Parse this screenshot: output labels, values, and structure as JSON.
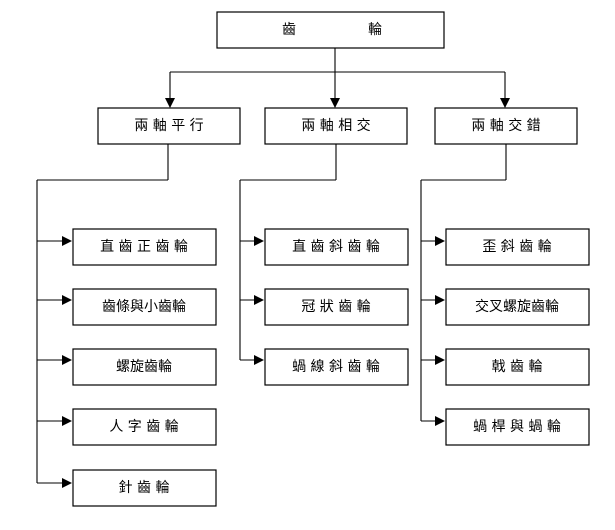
{
  "root": {
    "label_left": "齒",
    "label_right": "輪"
  },
  "categories": [
    {
      "label": "兩 軸 平 行",
      "items": [
        "直 齒 正 齒 輪",
        "齒條與小齒輪",
        "螺旋齒輪",
        "人 字 齒 輪",
        "針 齒 輪"
      ]
    },
    {
      "label": "兩 軸 相 交",
      "items": [
        "直 齒 斜 齒 輪",
        "冠 狀 齒 輪",
        "蝸 線 斜 齒 輪"
      ]
    },
    {
      "label": "兩 軸 交 錯",
      "items": [
        "歪 斜 齒 輪",
        "交叉螺旋齒輪",
        "戟 齒 輪",
        "蝸 桿 與 蝸 輪"
      ]
    }
  ]
}
